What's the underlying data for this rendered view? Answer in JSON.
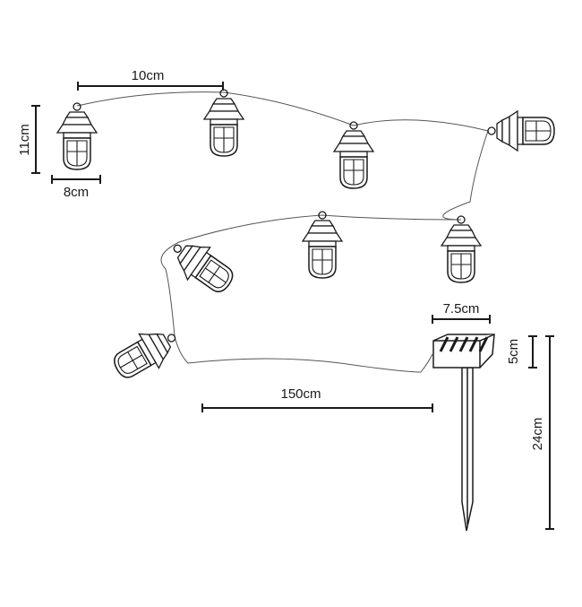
{
  "labels": {
    "lantern_spacing": "10cm",
    "lantern_height": "11cm",
    "lantern_width": "8cm",
    "panel_width": "7.5cm",
    "panel_height": "5cm",
    "stake_height": "24cm",
    "cable_length": "150cm"
  },
  "colors": {
    "line": "#1a1a1a",
    "wire": "#555555"
  }
}
